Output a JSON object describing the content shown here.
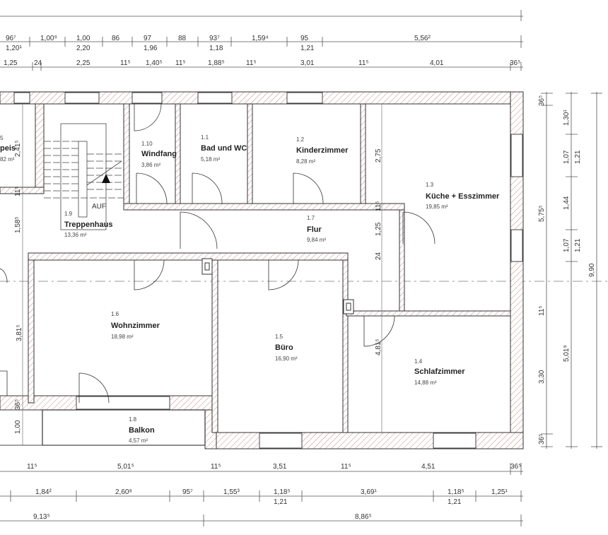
{
  "plan": {
    "stair_label": "AUF",
    "partial_room": {
      "number": "5",
      "name": "peis",
      "area": "82 m²"
    },
    "rooms": [
      {
        "number": "1.10",
        "name": "Windfang",
        "area": "3,86 m²"
      },
      {
        "number": "1.1",
        "name": "Bad und WC",
        "area": "5,18 m²"
      },
      {
        "number": "1.2",
        "name": "Kinderzimmer",
        "area": "8,28 m²"
      },
      {
        "number": "1.3",
        "name": "Küche + Esszimmer",
        "area": "19,85 m²"
      },
      {
        "number": "1.9",
        "name": "Treppenhaus",
        "area": "13,36 m²"
      },
      {
        "number": "1.7",
        "name": "Flur",
        "area": "9,84 m²"
      },
      {
        "number": "1.6",
        "name": "Wohnzimmer",
        "area": "18,98 m²"
      },
      {
        "number": "1.5",
        "name": "Büro",
        "area": "16,90 m²"
      },
      {
        "number": "1.4",
        "name": "Schlafzimmer",
        "area": "14,88 m²"
      },
      {
        "number": "1.8",
        "name": "Balkon",
        "area": "4,57 m²"
      }
    ]
  },
  "dimensions": {
    "top_row1": [
      "96⁷",
      "1,20¹",
      "1,00⁹",
      "1,00",
      "2,20",
      "86",
      "97",
      "1,96",
      "88",
      "93⁷",
      "1,18",
      "1,59⁴",
      "95",
      "1,21",
      "5,56²"
    ],
    "top_row2": [
      "1,25",
      "24",
      "2,25",
      "11⁵",
      "1,40⁵",
      "11⁵",
      "1,88⁵",
      "11⁵",
      "3,01",
      "11⁵",
      "4,01",
      "36⁵"
    ],
    "bottom_row1": [
      "11⁵",
      "5,01⁵",
      "11⁵",
      "3,51",
      "11⁵",
      "4,51",
      "36⁵"
    ],
    "bottom_row2": [
      "1,84²",
      "2,60⁸",
      "95⁷",
      "1,55³",
      "1,18⁵",
      "1,21",
      "3,69¹",
      "1,18⁵",
      "1,21",
      "1,25¹"
    ],
    "bottom_row3": [
      "9,13⁵",
      "8,86⁵"
    ],
    "right_col1": [
      "36⁵",
      "5,75⁵",
      "11⁵",
      "3,30",
      "36⁵"
    ],
    "right_col2": [
      "1,30¹",
      "1,07",
      "1,21",
      "1,44",
      "1,07",
      "1,21",
      "5,01⁹"
    ],
    "right_col3": [
      "9,90"
    ],
    "interior": [
      "2,41⁵",
      "11⁵",
      "1,58⁵",
      "3,81⁵",
      "36⁵",
      "1,00",
      "2,75",
      "11⁵",
      "1,25",
      "24",
      "4,81⁵"
    ]
  }
}
